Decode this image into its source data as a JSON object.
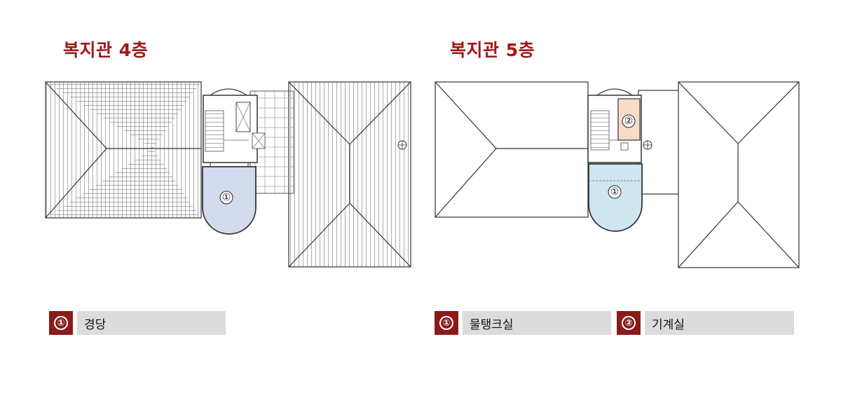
{
  "floor4": {
    "title": "복지관 4층",
    "markers": [
      "①"
    ],
    "legend": [
      {
        "num": "①",
        "label": "경당"
      }
    ]
  },
  "floor5": {
    "title": "복지관 5층",
    "markers": [
      "①",
      "②"
    ],
    "legend": [
      {
        "num": "①",
        "label": "물탱크실"
      },
      {
        "num": "②",
        "label": "기계실"
      }
    ]
  },
  "colors": {
    "title": "#a01818",
    "badge": "#8b1a1a",
    "legend_bg": "#dcdcdc",
    "floor4_room1": "#d3dbee",
    "floor5_room1": "#cfe6f1",
    "floor5_room2": "#f7dcc9"
  }
}
